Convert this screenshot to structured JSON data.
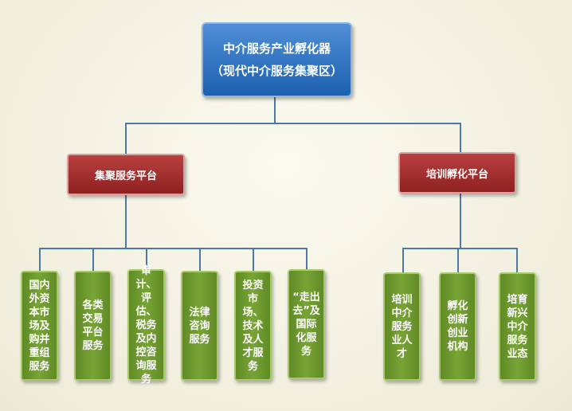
{
  "root": {
    "line1": "中介服务产业孵化器",
    "line2": "（现代中介服务集聚区）"
  },
  "branches": [
    {
      "label": "集聚服务平台",
      "children": [
        "国内外资本市场及购并重组服务",
        "各类交易平台服务",
        "审计、评估、税务及内控咨询服务",
        "法律咨询服务",
        "投资市场、技术及人才服务",
        "“走出去”及国际化服务"
      ]
    },
    {
      "label": "培训孵化平台",
      "children": [
        "培训中介服务业人才",
        "孵化创新创业机构",
        "培育新兴中介服务业态"
      ]
    }
  ]
}
